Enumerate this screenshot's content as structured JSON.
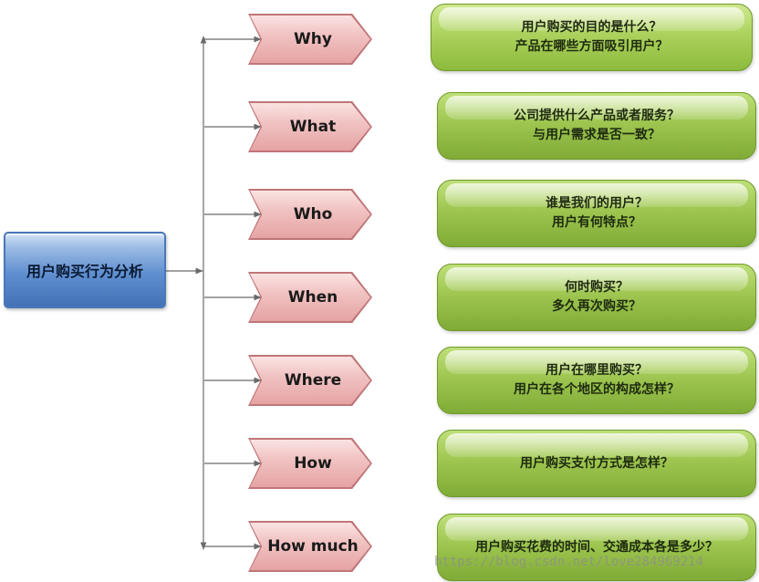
{
  "root": {
    "label": "用户购买行为分析"
  },
  "items": [
    {
      "question": "Why",
      "answer": [
        "用户购买的目的是什么？",
        "产品在哪些方面吸引用户？"
      ]
    },
    {
      "question": "What",
      "answer": [
        "公司提供什么产品或者服务？",
        "与用户需求是否一致？"
      ]
    },
    {
      "question": "Who",
      "answer": [
        "谁是我们的用户？",
        "用户有何特点？"
      ]
    },
    {
      "question": "When",
      "answer": [
        "何时购买？",
        "多久再次购买？"
      ]
    },
    {
      "question": "Where",
      "answer": [
        "用户在哪里购买？",
        "用户在各个地区的构成怎样？"
      ]
    },
    {
      "question": "How",
      "answer": [
        "用户购买支付方式是怎样？"
      ]
    },
    {
      "question": "How much",
      "answer": [
        "用户购买花费的时间、交通成本各是多少？"
      ]
    }
  ],
  "watermark": "https://blog.csdn.net/love284969214",
  "colors": {
    "root_fill": "#5f8fd0",
    "question_fill": "#f1c3c3",
    "answer_fill": "#9ec650",
    "connector": "#6a6a6a"
  }
}
